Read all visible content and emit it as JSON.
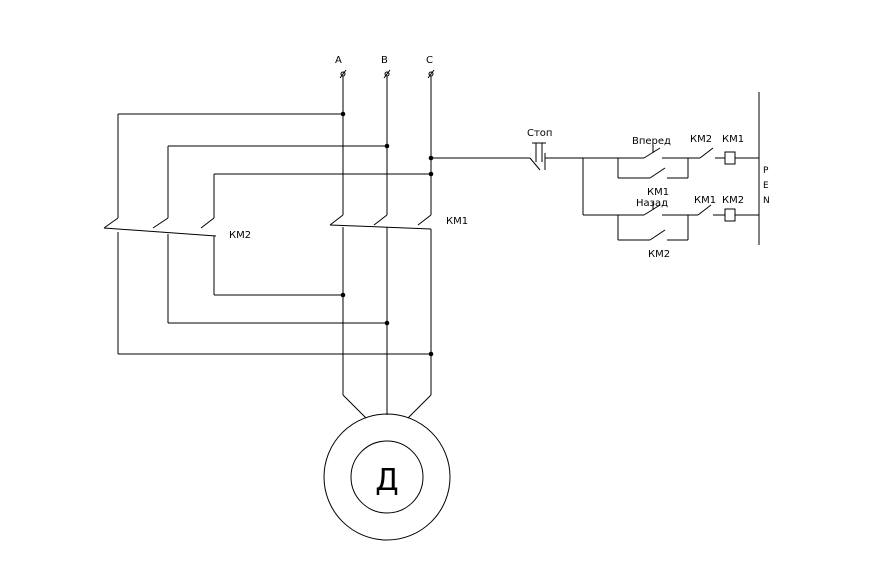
{
  "phases": {
    "a": "A",
    "b": "B",
    "c": "C"
  },
  "power_contactors": {
    "left": "КМ2",
    "right": "КМ1"
  },
  "control": {
    "stop": "Стоп",
    "forward": "Вперед",
    "reverse": "Назад",
    "km2_interlock_top": "КМ2",
    "km1_coil_top": "КМ1",
    "km1_hold_top": "КМ1",
    "km1_interlock_bottom": "КМ1",
    "km2_coil_bottom": "КМ2",
    "km2_hold_bottom": "КМ2"
  },
  "pen": [
    "P",
    "E",
    "N"
  ],
  "motor": {
    "label": "Д"
  }
}
